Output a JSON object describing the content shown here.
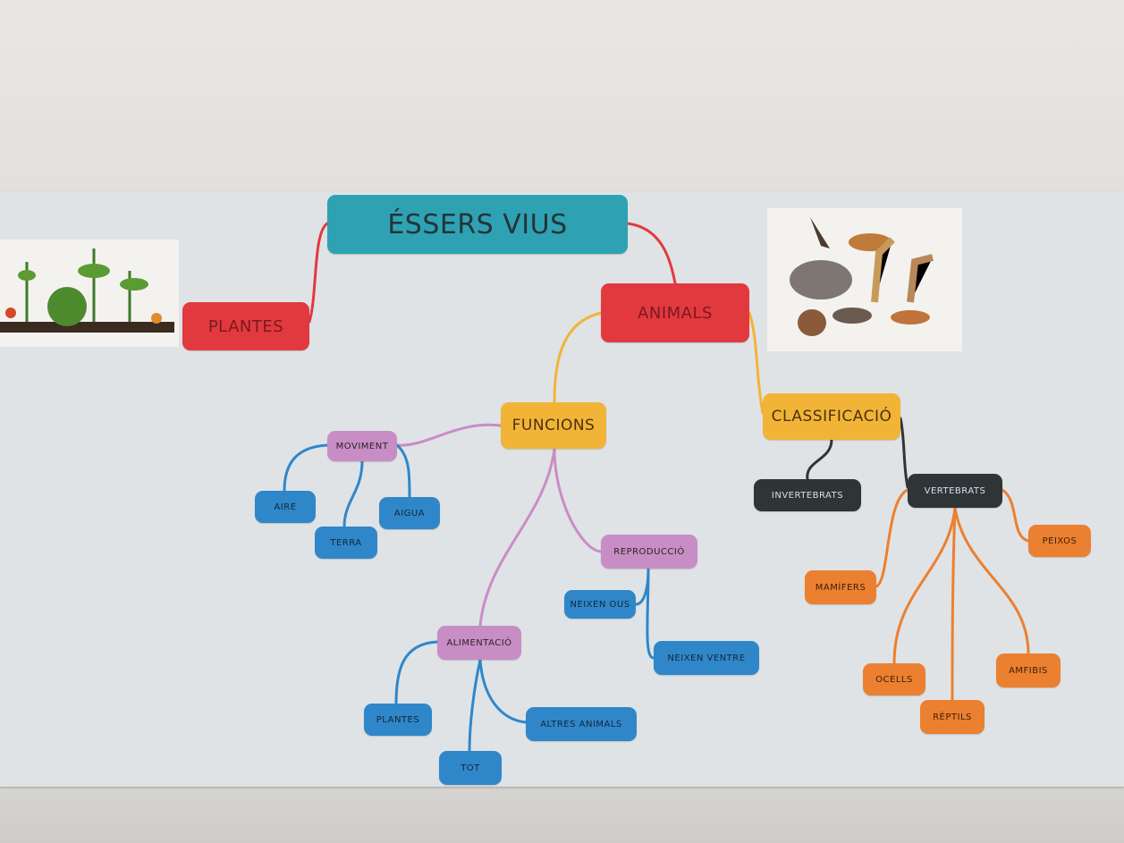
{
  "root": {
    "label": "ÉSSERS VIUS"
  },
  "plantes": {
    "label": "PLANTES"
  },
  "animals": {
    "label": "ANIMALS"
  },
  "funcions": {
    "label": "FUNCIONS",
    "moviment": {
      "label": "MOVIMENT",
      "children": [
        "AIRE",
        "TERRA",
        "AIGUA"
      ]
    },
    "reproduccio": {
      "label": "REPRODUCCIÓ",
      "children": [
        "NEIXEN OUS",
        "NEIXEN VENTRE"
      ]
    },
    "alimentacio": {
      "label": "ALIMENTACIÓ",
      "children": [
        "PLANTES",
        "TOT",
        "ALTRES ANIMALS"
      ]
    }
  },
  "classificacio": {
    "label": "CLASSIFICACIÓ",
    "invertebrats": {
      "label": "INVERTEBRATS"
    },
    "vertebrats": {
      "label": "VERTEBRATS",
      "children": [
        "PEIXOS",
        "MAMÍFERS",
        "OCELLS",
        "RÈPTILS",
        "AMFIBIS"
      ]
    }
  },
  "colors": {
    "root": "#2ea2b3",
    "level1": "#e2393f",
    "level2": "#f1b437",
    "functions": "#c98dc6",
    "leaf": "#2f87c9",
    "classes": "#2f3437",
    "vertebrates": "#eb8030"
  }
}
